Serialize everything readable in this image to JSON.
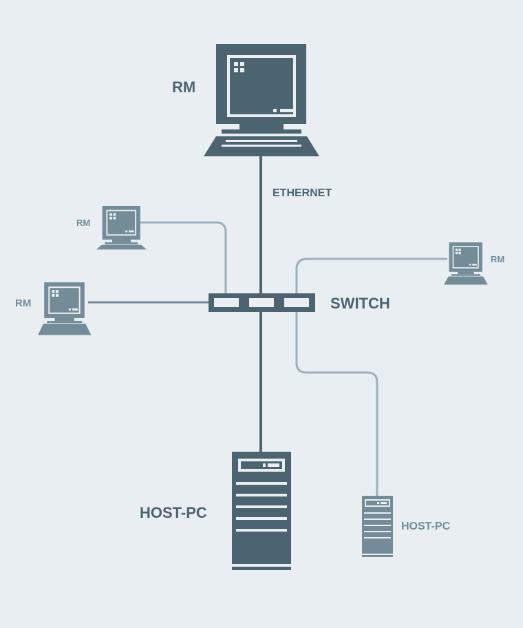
{
  "diagram": {
    "colors": {
      "background": "#e8eef1",
      "dark": "#4c6470",
      "medium": "#738c98",
      "light": "#9db0ba",
      "screen": "#e8eef1"
    },
    "nodes": {
      "rm_main": {
        "label": "RM",
        "icon": "monitor-icon"
      },
      "rm_left_upper": {
        "label": "RM",
        "icon": "monitor-icon"
      },
      "rm_left_lower": {
        "label": "RM",
        "icon": "monitor-icon"
      },
      "rm_right": {
        "label": "RM",
        "icon": "monitor-icon"
      },
      "switch": {
        "label": "SWITCH",
        "icon": "switch-icon"
      },
      "host_main": {
        "label": "HOST-PC",
        "icon": "tower-pc-icon"
      },
      "host_small": {
        "label": "HOST-PC",
        "icon": "tower-pc-icon"
      }
    },
    "links": {
      "ethernet_label": "ETHERNET"
    }
  }
}
